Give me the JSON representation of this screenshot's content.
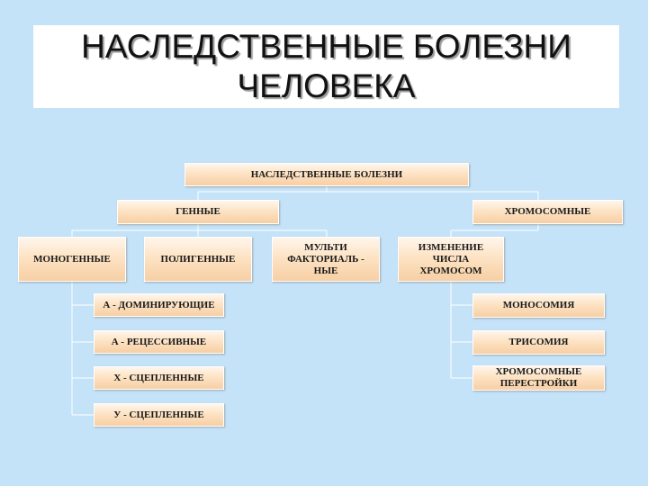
{
  "title": "НАСЛЕДСТВЕННЫЕ БОЛЕЗНИ\nЧЕЛОВЕКА",
  "diagram": {
    "root": "НАСЛЕДСТВЕННЫЕ БОЛЕЗНИ",
    "gene": "ГЕННЫЕ",
    "chromosomal": "ХРОМОСОМНЫЕ",
    "monogenic": "МОНОГЕННЫЕ",
    "polygenic": "ПОЛИГЕННЫЕ",
    "multifactorial": "МУЛЬТИ\nФАКТОРИАЛЬ -\nНЫЕ",
    "number_change": "ИЗМЕНЕНИЕ\nЧИСЛА\nХРОМОСОМ",
    "a_dominant": "А - ДОМИНИРУЮЩИЕ",
    "a_recessive": "А - РЕЦЕССИВНЫЕ",
    "x_linked": "Х - СЦЕПЛЕННЫЕ",
    "y_linked": "У - СЦЕПЛЕННЫЕ",
    "monosomy": "МОНОСОМИЯ",
    "trisomy": "ТРИСОМИЯ",
    "rearrangements": "ХРОМОСОМНЫЕ\nПЕРЕСТРОЙКИ"
  }
}
